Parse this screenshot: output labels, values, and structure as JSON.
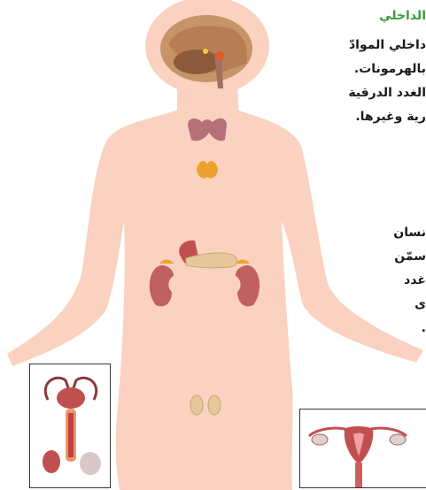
{
  "text": {
    "heading": "الداخلي",
    "paragraph_1": [
      "داخلي الموادّ",
      "بالهرمونات.",
      "الغدد الدرقية",
      "رية وغيرها."
    ],
    "paragraph_2": [
      "نسان",
      "سمّن",
      "غدد",
      "ى",
      "."
    ]
  },
  "colors": {
    "skin": "#fad2bf",
    "heading_green": "#3a9a3a",
    "thyroid": "#b7707a",
    "adrenal": "#f0a030",
    "kidney": "#c06060",
    "pancreas": "#e6c79a",
    "brain": "#c79468"
  }
}
